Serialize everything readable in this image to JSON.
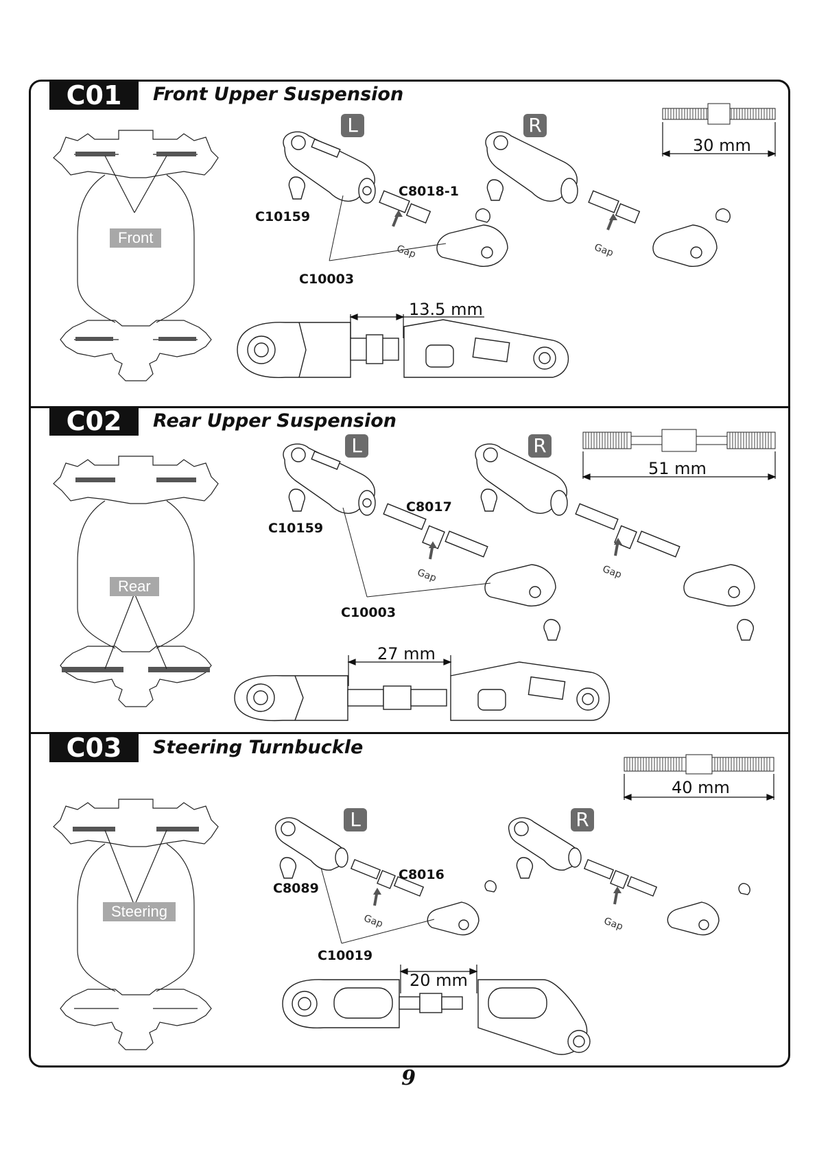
{
  "page_number": "9",
  "steps": [
    {
      "id": "C01",
      "title": "Front Upper Suspension",
      "location_label": "Front",
      "left_label": "L",
      "right_label": "R",
      "parts": {
        "turnbuckle": "C8018-1",
        "ball": "C10159",
        "rod_end": "C10003"
      },
      "gap_label_left": "Gap",
      "gap_label_right": "Gap",
      "turnbuckle_length": "30 mm",
      "assembly_gap": "13.5 mm"
    },
    {
      "id": "C02",
      "title": "Rear Upper Suspension",
      "location_label": "Rear",
      "left_label": "L",
      "right_label": "R",
      "parts": {
        "turnbuckle": "C8017",
        "ball": "C10159",
        "rod_end": "C10003"
      },
      "gap_label_left": "Gap",
      "gap_label_right": "Gap",
      "turnbuckle_length": "51 mm",
      "assembly_gap": "27 mm"
    },
    {
      "id": "C03",
      "title": "Steering Turnbuckle",
      "location_label": "Steering",
      "left_label": "L",
      "right_label": "R",
      "parts": {
        "turnbuckle": "C8016",
        "ball": "C8089",
        "rod_end": "C10019"
      },
      "gap_label_left": "Gap",
      "gap_label_right": "Gap",
      "turnbuckle_length": "40 mm",
      "assembly_gap": "20 mm"
    }
  ]
}
